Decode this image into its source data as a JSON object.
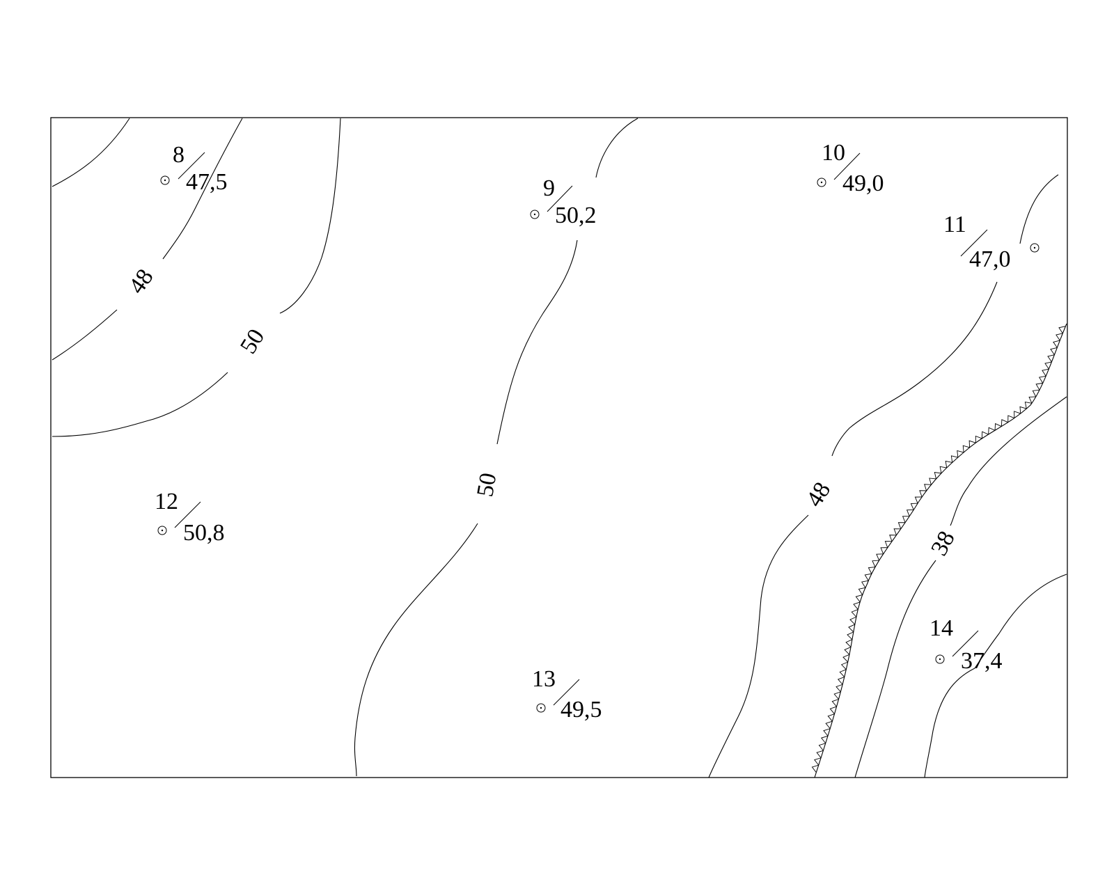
{
  "points": [
    {
      "id": "8",
      "elevation": "47,5"
    },
    {
      "id": "9",
      "elevation": "50,2"
    },
    {
      "id": "10",
      "elevation": "49,0"
    },
    {
      "id": "11",
      "elevation": "47,0"
    },
    {
      "id": "12",
      "elevation": "50,8"
    },
    {
      "id": "13",
      "elevation": "49,5"
    },
    {
      "id": "14",
      "elevation": "37,4"
    }
  ],
  "contour_labels": [
    "48",
    "50",
    "50",
    "48",
    "38"
  ]
}
